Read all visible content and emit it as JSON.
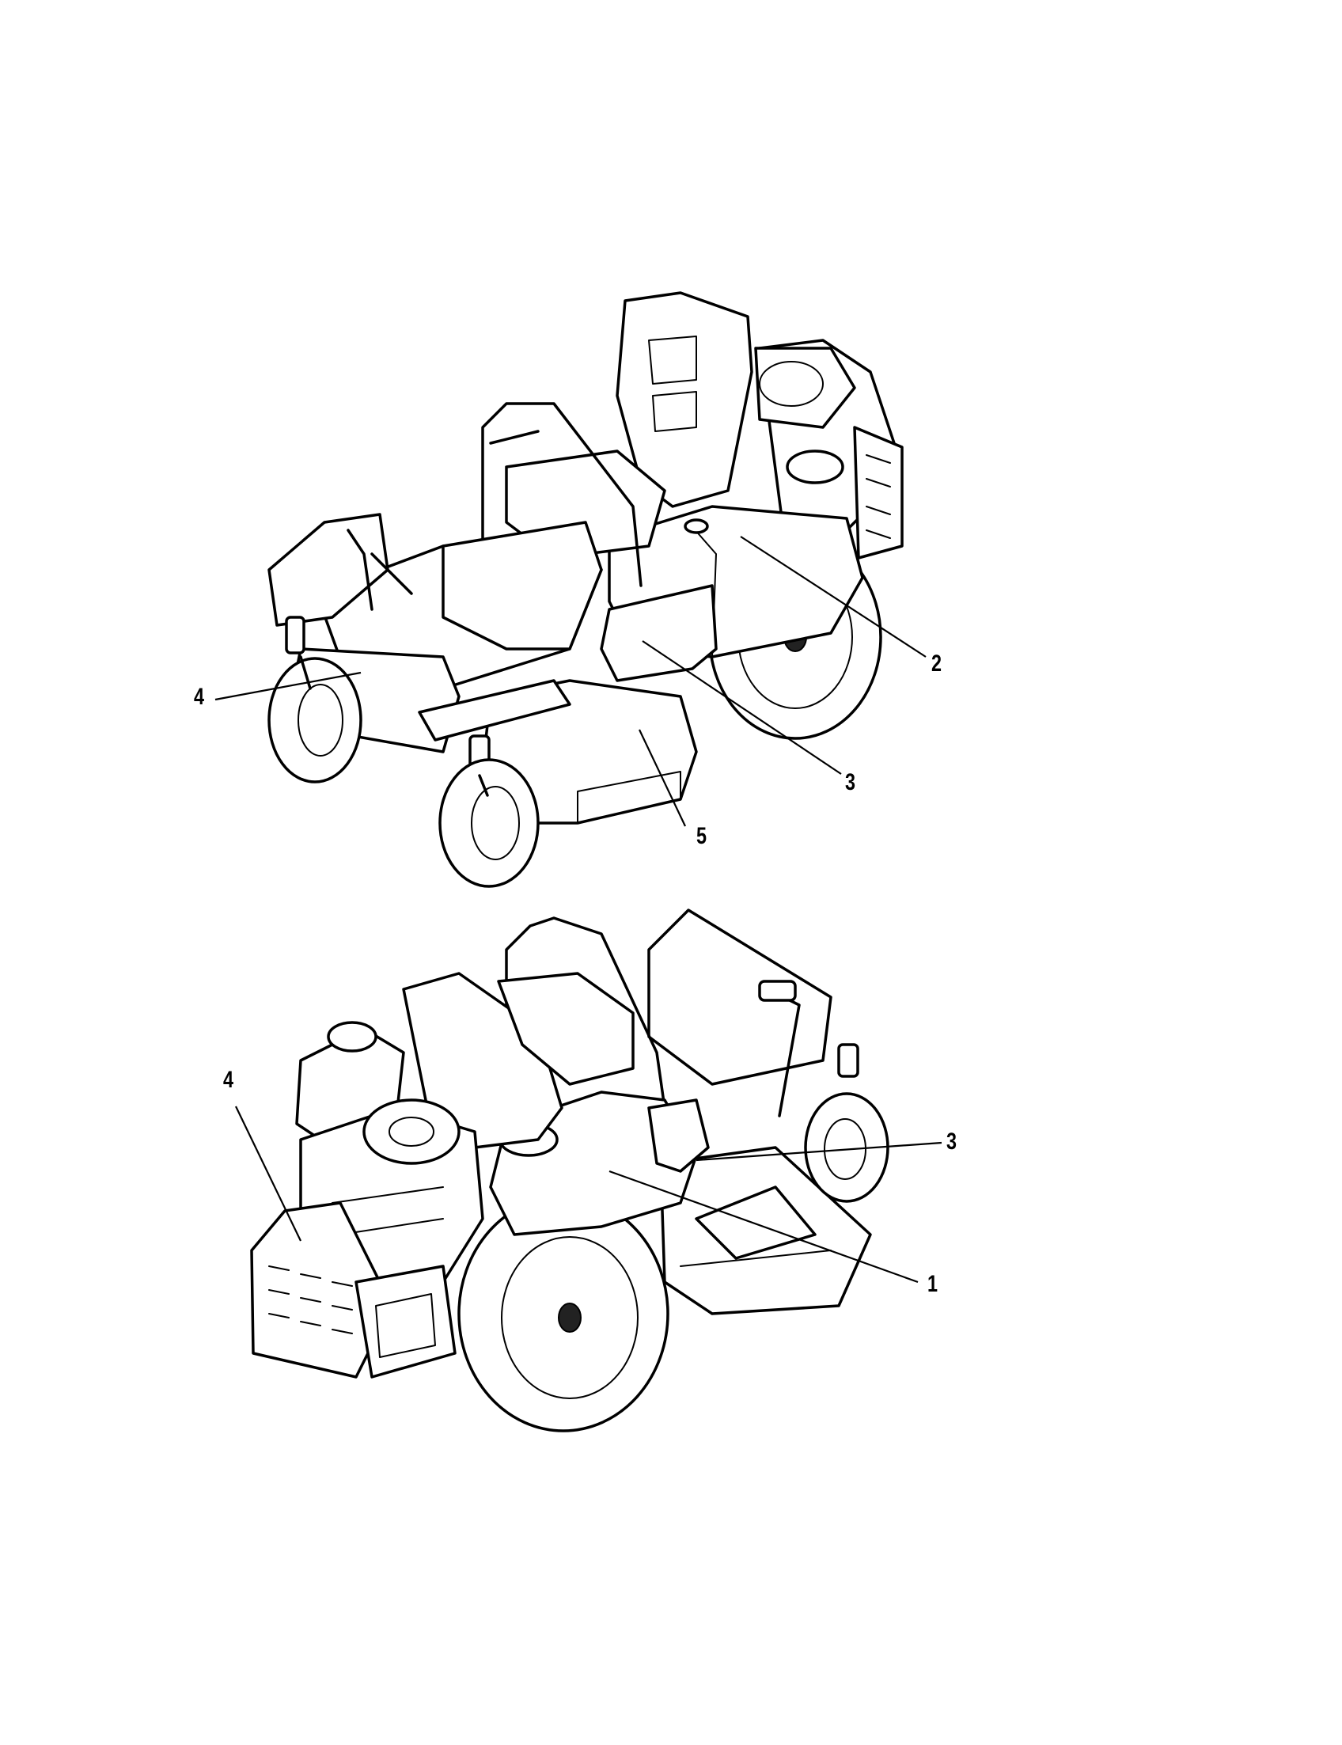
{
  "figure": {
    "top_view": {
      "callouts": [
        {
          "id": "top-2",
          "label": "2"
        },
        {
          "id": "top-3",
          "label": "3"
        },
        {
          "id": "top-4",
          "label": "4"
        },
        {
          "id": "top-5",
          "label": "5"
        }
      ]
    },
    "bottom_view": {
      "callouts": [
        {
          "id": "bot-1",
          "label": "1"
        },
        {
          "id": "bot-3",
          "label": "3"
        },
        {
          "id": "bot-4",
          "label": "4"
        }
      ]
    }
  }
}
